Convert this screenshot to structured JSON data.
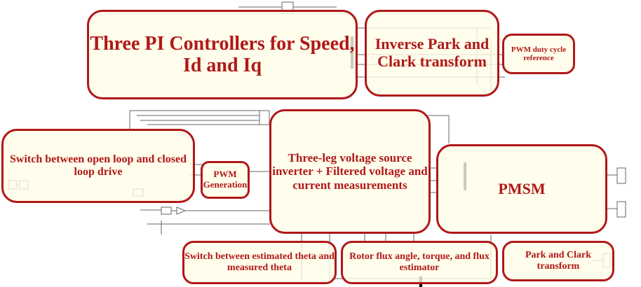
{
  "regions": {
    "pi_controllers": {
      "label": "Three PI Controllers for Speed, Id and Iq"
    },
    "inverse_park_clark": {
      "label": "Inverse Park and Clark transform"
    },
    "pwm_duty_cycle": {
      "label": "PWM duty cycle reference"
    },
    "switch_loop": {
      "label": "Switch between open loop and closed loop drive"
    },
    "pwm_generation": {
      "label": "PWM Generation"
    },
    "inverter": {
      "label": "Three-leg voltage source inverter + Filtered voltage and current measurements"
    },
    "pmsm": {
      "label": "PMSM"
    },
    "switch_theta": {
      "label": "Switch between estimated theta and measured theta"
    },
    "flux_estimator": {
      "label": "Rotor flux angle, torque, and flux estimator"
    },
    "park_clark": {
      "label": "Park and Clark transform"
    }
  },
  "colors": {
    "annotation": "#b01818",
    "annotation_fill": "#fffce6",
    "wire": "#555555"
  }
}
